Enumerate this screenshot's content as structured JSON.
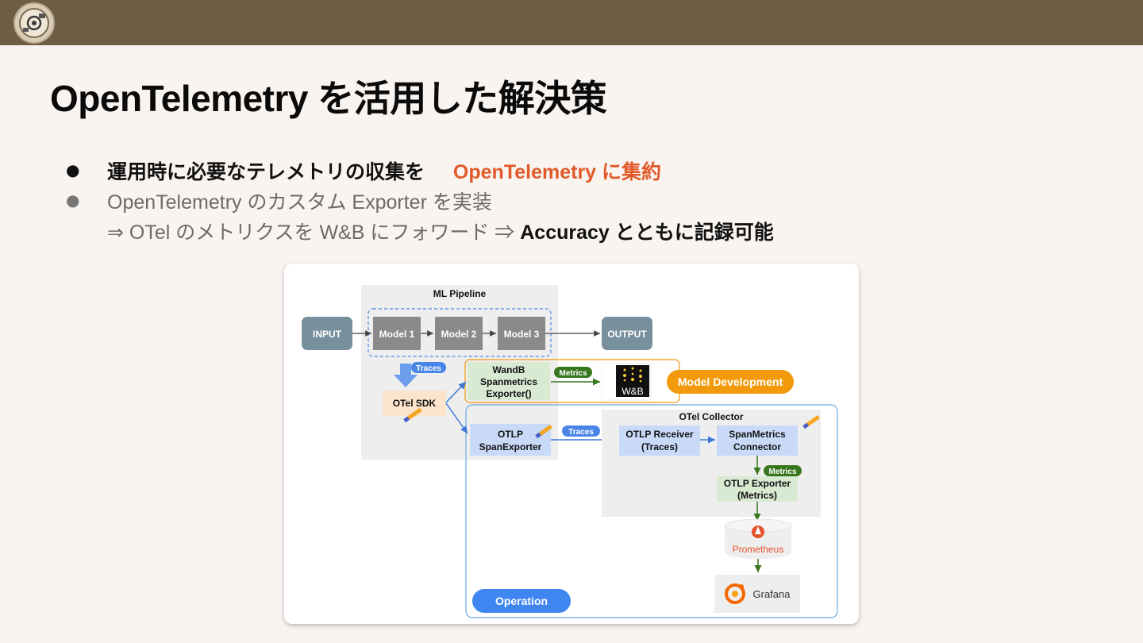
{
  "title": "OpenTelemetry を活用した解決策",
  "bullets": {
    "b1_text": "運用時に必要なテレメトリの収集を",
    "b1_highlight": "OpenTelemetry に集約",
    "b2_text": "OpenTelemetry のカスタム Exporter を実装",
    "b3_text": "⇒ OTel のメトリクスを W&B にフォワード ⇒ ",
    "b3_strong": "Accuracy とともに記録可能",
    "bullet_glyph": "●"
  },
  "diagram": {
    "ml_pipeline": "ML Pipeline",
    "input": "INPUT",
    "output": "OUTPUT",
    "model1": "Model 1",
    "model2": "Model 2",
    "model3": "Model 3",
    "traces1": "Traces",
    "otel_sdk": "OTel SDK",
    "wandb_line1": "WandB",
    "wandb_line2": "Spanmetrics",
    "wandb_line3": "Exporter()",
    "metrics1": "Metrics",
    "wb_logo": "W&B",
    "model_dev": "Model Development",
    "otlp_line1": "OTLP",
    "otlp_line2": "SpanExporter",
    "traces2": "Traces",
    "otel_collector": "OTel Collector",
    "receiver_line1": "OTLP Receiver",
    "receiver_line2": "(Traces)",
    "connector_line1": "SpanMetrics",
    "connector_line2": "Connector",
    "metrics2": "Metrics",
    "exporter_line1": "OTLP Exporter",
    "exporter_line2": "(Metrics)",
    "prometheus": "Prometheus",
    "grafana": "Grafana",
    "operation": "Operation"
  },
  "colors": {
    "topbar": "#6e5d42",
    "accent_orange": "#e15a2a",
    "model_gray": "#8a8a8a",
    "io_slate": "#78909c",
    "sdk_peach": "#fbe3cc",
    "wandb_green": "#d9ead3",
    "badge_green": "#38761d",
    "badge_blue": "#4a86e8",
    "otlp_blue": "#c9daf8",
    "dev_orange": "#f29a0c",
    "operation_blue": "#3f86f0"
  }
}
